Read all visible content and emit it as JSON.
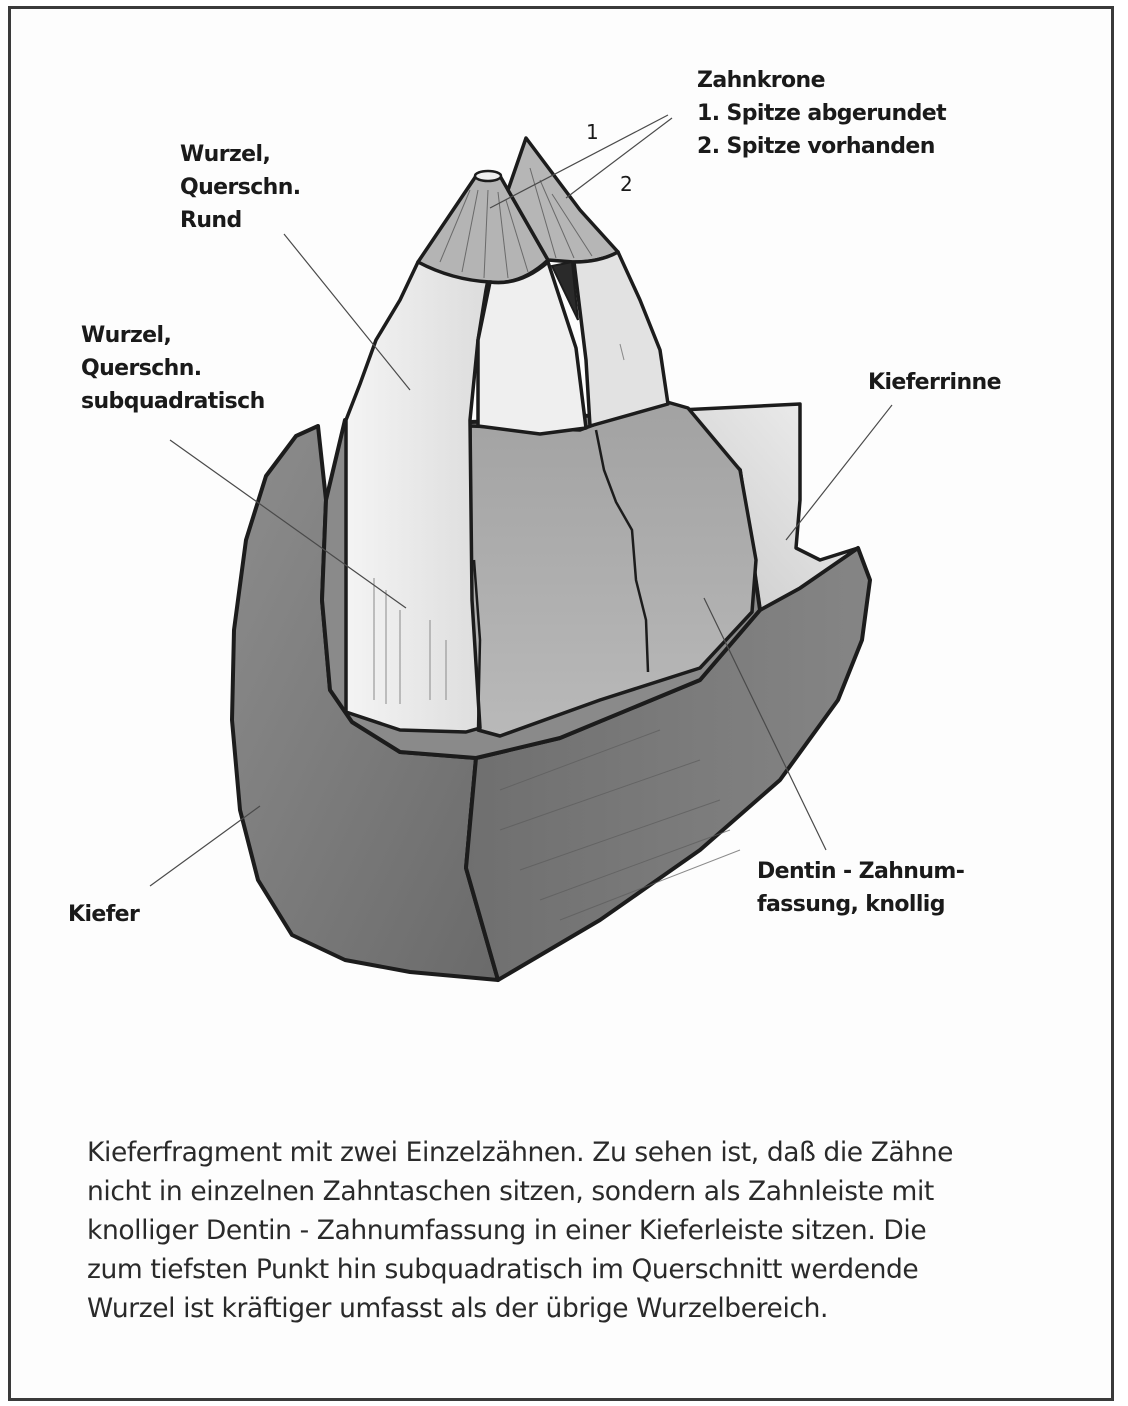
{
  "labels": {
    "zahnkrone": {
      "title": "Zahnkrone",
      "item1": "1. Spitze abgerundet",
      "item2": "2. Spitze vorhanden"
    },
    "wurzel_rund": {
      "line1": "Wurzel,",
      "line2": "Querschn.",
      "line3": "Rund"
    },
    "wurzel_subquadratisch": {
      "line1": "Wurzel,",
      "line2": "Querschn.",
      "line3": "subquadratisch"
    },
    "kieferrinne": "Kieferrinne",
    "dentin": {
      "line1": "Dentin - Zahnum-",
      "line2": "fassung, knollig"
    },
    "kiefer": "Kiefer",
    "num1": "1",
    "num2": "2"
  },
  "caption": {
    "line1": "Kieferfragment mit zwei Einzelzähnen. Zu sehen ist, daß die Zähne",
    "line2": "nicht in einzelnen Zahntaschen sitzen, sondern als Zahnleiste mit",
    "line3": "knolliger Dentin - Zahnumfassung in einer Kieferleiste sitzen. Die",
    "line4": "zum tiefsten Punkt hin subquadratisch im Querschnitt werdende",
    "line5": "Wurzel ist kräftiger umfasst als der übrige Wurzelbereich."
  },
  "colors": {
    "outline": "#1c1c1c",
    "jaw_dark": "#777777",
    "jaw_mid": "#8c8c8c",
    "dentin": "#a9a9a9",
    "root": "#e6e6e6",
    "crown": "#b0b0b0",
    "groove": "#d6d6d6"
  }
}
